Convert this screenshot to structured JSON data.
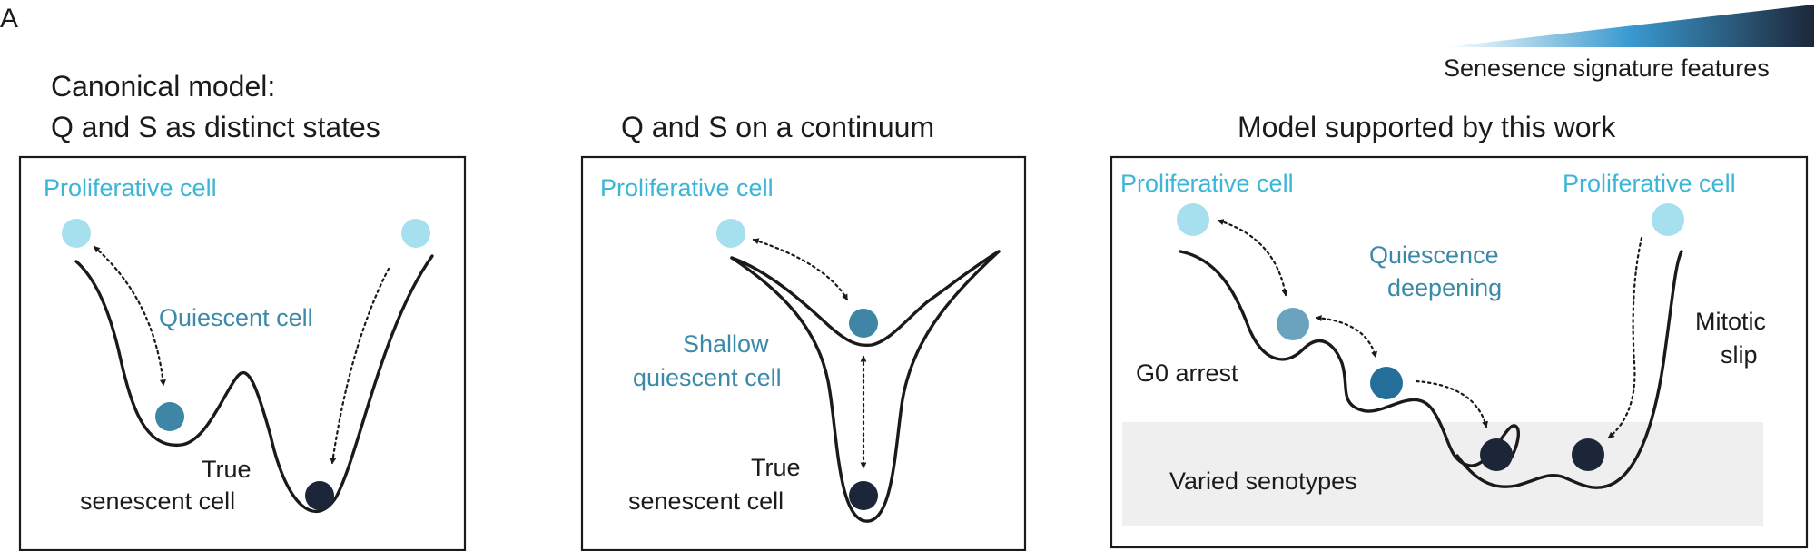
{
  "panel_letter": "A",
  "colors": {
    "proliferative": "#a6e0ee",
    "quiescent": "#3f86a6",
    "shallow_quiescent": "#6ba3bf",
    "deep_quiescent": "#236f9a",
    "senescent": "#1d2638",
    "label_cyan": "#3cb6d6",
    "label_teal": "#3a8aa8",
    "band": "#efefef"
  },
  "gradient_legend": {
    "label": "Senesence signature features",
    "from_color": "#ffffff",
    "mid_color": "#3a9ad0",
    "to_color": "#1d2638"
  },
  "panels": [
    {
      "title_line1": "Canonical model:",
      "title_line2": "Q and S as distinct states",
      "labels": {
        "proliferative": "Proliferative cell",
        "quiescent": "Quiescent cell",
        "senescent_line1": "True",
        "senescent_line2": "senescent cell"
      }
    },
    {
      "title": "Q and S on a continuum",
      "labels": {
        "proliferative": "Proliferative cell",
        "shallow_line1": "Shallow",
        "shallow_line2": "quiescent cell",
        "senescent_line1": "True",
        "senescent_line2": "senescent cell"
      }
    },
    {
      "title": "Model supported by this work",
      "labels": {
        "proliferative_left": "Proliferative cell",
        "proliferative_right": "Proliferative cell",
        "deepening_line1": "Quiescence",
        "deepening_line2": "deepening",
        "g0_arrest": "G0 arrest",
        "mitotic_line1": "Mitotic",
        "mitotic_line2": "slip",
        "varied": "Varied senotypes"
      }
    }
  ]
}
